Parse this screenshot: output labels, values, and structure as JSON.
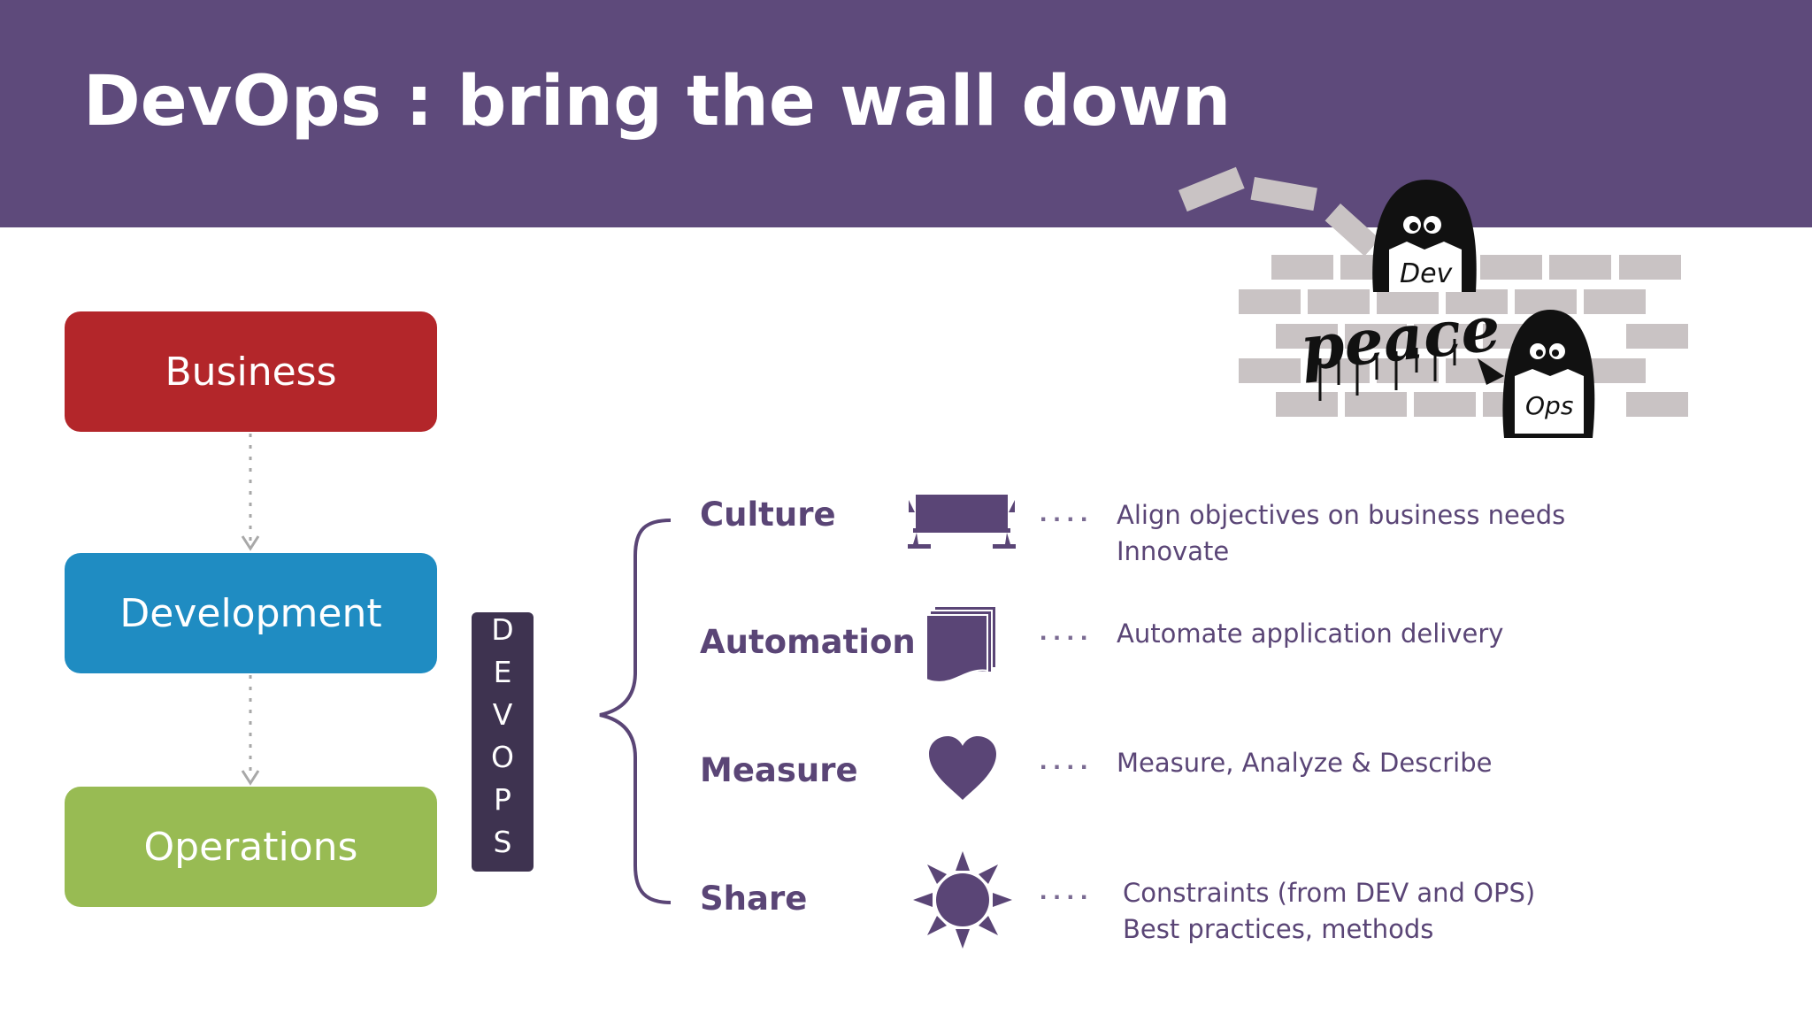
{
  "slide": {
    "title": "DevOps : bring the wall down"
  },
  "flow": {
    "business": "Business",
    "development": "Development",
    "operations": "Operations"
  },
  "devops_vertical": [
    "D",
    "E",
    "V",
    "O",
    "P",
    "S"
  ],
  "pillars": [
    {
      "label": "Culture",
      "icon": "presentation-icon",
      "dots": "....",
      "lines": [
        "Align objectives on business needs",
        "Innovate"
      ]
    },
    {
      "label": "Automation",
      "icon": "document-stack-icon",
      "dots": "....",
      "lines": [
        "Automate application delivery"
      ]
    },
    {
      "label": "Measure",
      "icon": "heart-icon",
      "dots": "....",
      "lines": [
        "Measure, Analyze & Describe"
      ]
    },
    {
      "label": "Share",
      "icon": "sun-icon",
      "dots": "....",
      "lines": [
        "Constraints (from DEV and OPS)",
        "Best practices, methods"
      ]
    }
  ],
  "illustration": {
    "dev_label": "Dev",
    "ops_label": "Ops",
    "graffiti": "peace"
  },
  "colors": {
    "header": "#5e4a7b",
    "business": "#b3262a",
    "development": "#1f8cc2",
    "operations": "#98bb53",
    "accent_purple": "#5a4576"
  }
}
